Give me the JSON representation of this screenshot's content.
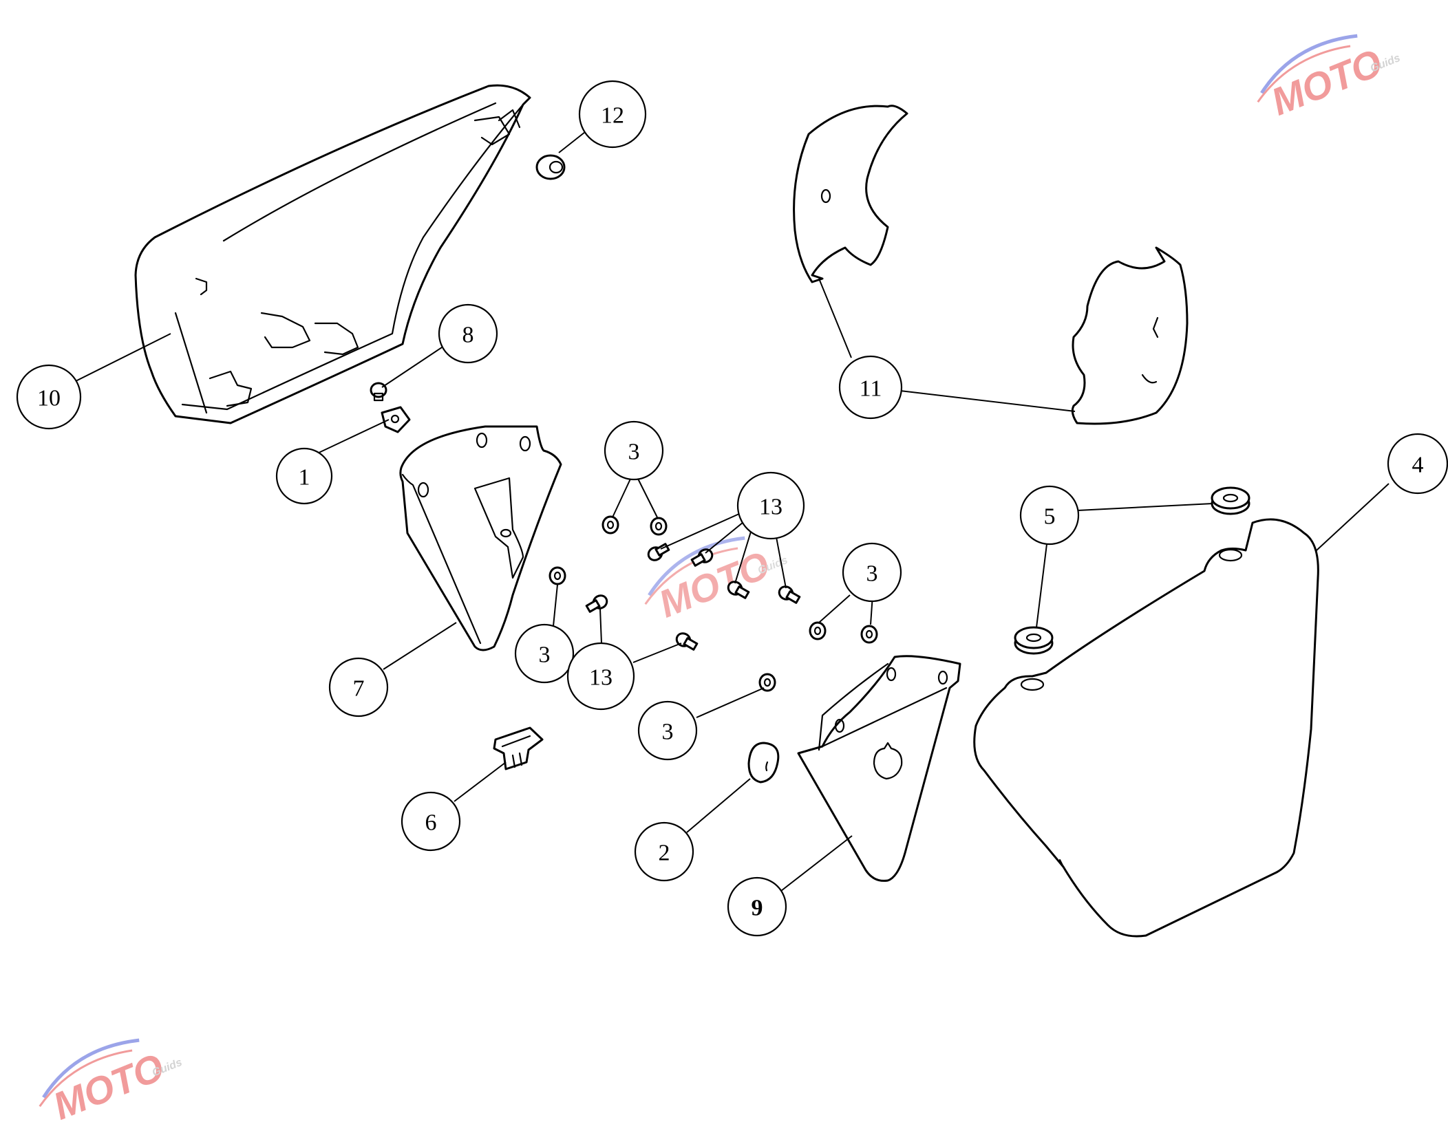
{
  "callouts": [
    {
      "id": "callout-1",
      "label": "1"
    },
    {
      "id": "callout-2",
      "label": "2"
    },
    {
      "id": "callout-3a",
      "label": "3"
    },
    {
      "id": "callout-3b",
      "label": "3"
    },
    {
      "id": "callout-3c",
      "label": "3"
    },
    {
      "id": "callout-3d",
      "label": "3"
    },
    {
      "id": "callout-4",
      "label": "4"
    },
    {
      "id": "callout-5",
      "label": "5"
    },
    {
      "id": "callout-6",
      "label": "6"
    },
    {
      "id": "callout-7",
      "label": "7"
    },
    {
      "id": "callout-8",
      "label": "8"
    },
    {
      "id": "callout-9",
      "label": "9"
    },
    {
      "id": "callout-10",
      "label": "10"
    },
    {
      "id": "callout-11",
      "label": "11"
    },
    {
      "id": "callout-12",
      "label": "12"
    },
    {
      "id": "callout-13a",
      "label": "13"
    },
    {
      "id": "callout-13b",
      "label": "13"
    }
  ],
  "watermark": {
    "brand": "MOTO",
    "sub": "Guids",
    "colors": {
      "red": "#e64a4a",
      "blue": "#4a5ad8",
      "gray": "#b0b0b0"
    }
  }
}
